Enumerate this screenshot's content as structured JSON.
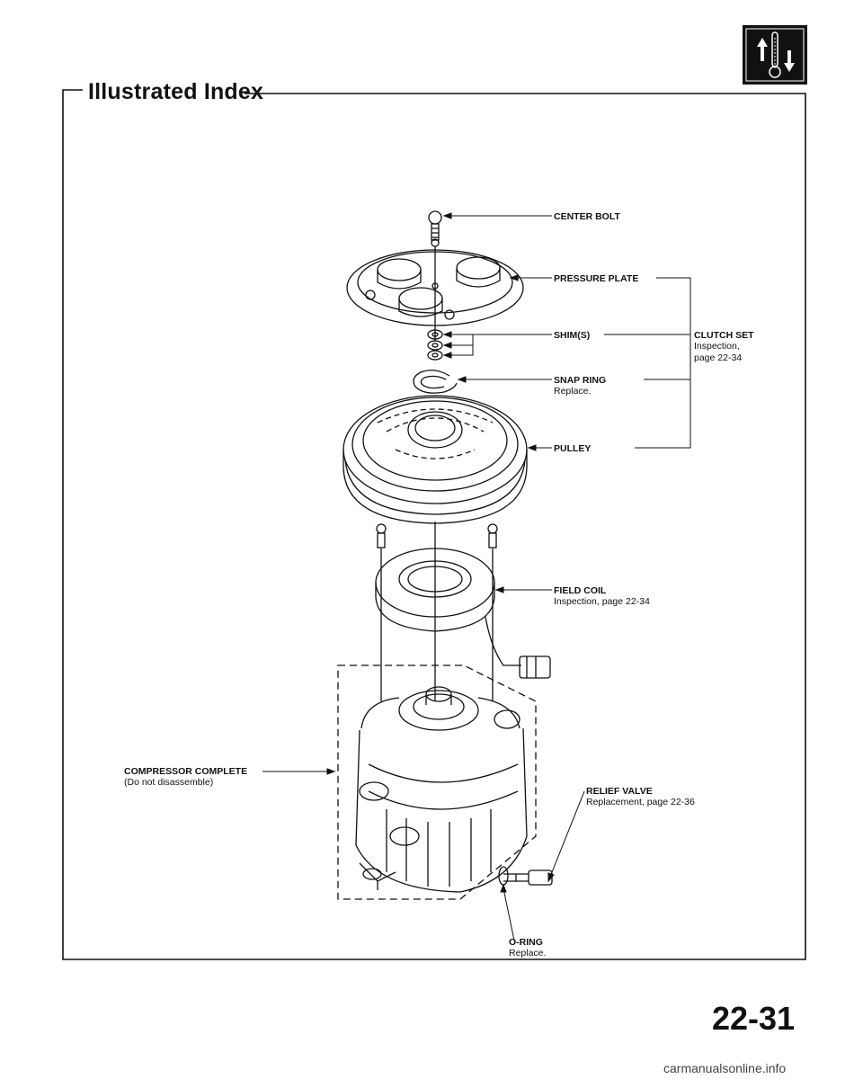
{
  "header": {
    "title": "Illustrated Index",
    "icon": "ac-thermometer-icon"
  },
  "labels": {
    "center_bolt": {
      "name": "CENTER BOLT"
    },
    "pressure_plate": {
      "name": "PRESSURE PLATE"
    },
    "shims": {
      "name": "SHIM(S)"
    },
    "clutch_set": {
      "name": "CLUTCH SET",
      "note1": "Inspection,",
      "note2": "page 22-34"
    },
    "snap_ring": {
      "name": "SNAP RING",
      "note": "Replace."
    },
    "pulley": {
      "name": "PULLEY"
    },
    "field_coil": {
      "name": "FIELD COIL",
      "note": "Inspection, page 22-34"
    },
    "compressor": {
      "name": "COMPRESSOR COMPLETE",
      "note": "(Do not disassemble)"
    },
    "relief_valve": {
      "name": "RELIEF VALVE",
      "note": "Replacement, page 22-36"
    },
    "o_ring": {
      "name": "O-RING",
      "note": "Replace."
    }
  },
  "footer": {
    "page_number": "22-31",
    "watermark": "carmanualsonline.info"
  }
}
